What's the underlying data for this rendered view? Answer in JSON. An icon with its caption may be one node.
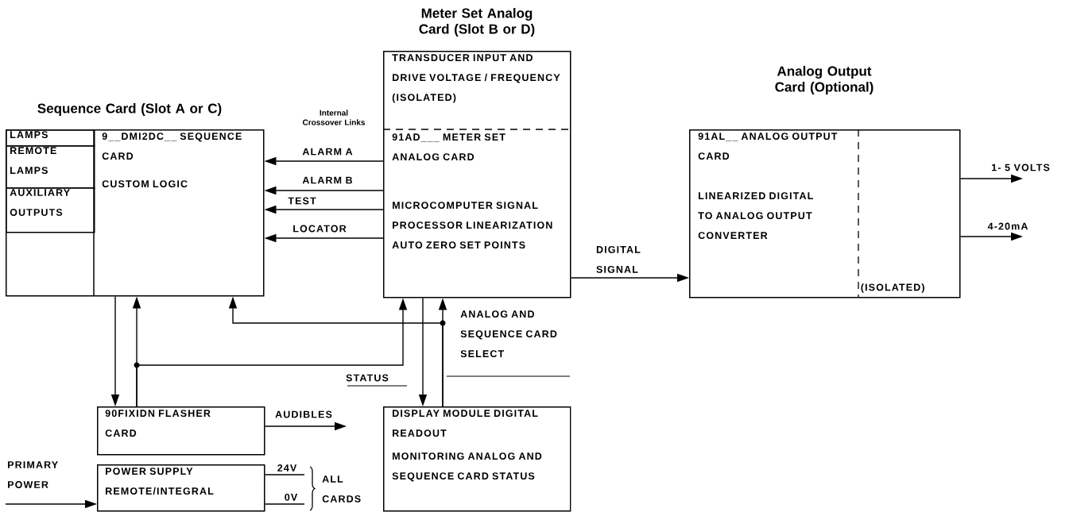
{
  "diagram": {
    "nodes": [
      {
        "text": [
          "Sequence Card (Slot A or C)",
          "9__DMI2DC__ SEQUENCE CARD",
          "CUSTOM LOGIC"
        ]
      },
      {
        "text": [
          "LAMPS"
        ],
        "in": 0
      },
      {
        "text": [
          "REMOTE LAMPS"
        ],
        "in": 0
      },
      {
        "text": [
          "AUXILIARY OUTPUTS"
        ],
        "in": 0
      },
      {
        "text": [
          "Meter Set Analog Card (Slot B or D)",
          "TRANSDUCER INPUT AND DRIVE VOLTAGE / FREQUENCY (ISOLATED)",
          "91AD___ METER SET ANALOG CARD",
          "MICROCOMPUTER SIGNAL PROCESSOR LINEARIZATION AUTO ZERO SET POINTS"
        ]
      },
      {
        "text": [
          "Analog Output Card (Optional)",
          "91AL__ ANALOG OUTPUT CARD",
          "LINEARIZED DIGITAL TO ANALOG OUTPUT CONVERTER",
          "(ISOLATED)"
        ]
      },
      {
        "text": [
          "90FIXIDN FLASHER CARD"
        ]
      },
      {
        "text": [
          "POWER SUPPLY REMOTE/INTEGRAL"
        ]
      },
      {
        "text": [
          "DISPLAY MODULE DIGITAL READOUT",
          "MONITORING ANALOG AND SEQUENCE CARD STATUS"
        ]
      }
    ],
    "edges": [
      {
        "from": 4,
        "to": 0,
        "arrow": "to",
        "label": "ALARM A"
      },
      {
        "from": 4,
        "to": 0,
        "arrow": "to",
        "label": "ALARM B"
      },
      {
        "from": 4,
        "to": 0,
        "arrow": "to",
        "label": "TEST"
      },
      {
        "from": 4,
        "to": 0,
        "arrow": "to",
        "label": "LOCATOR"
      },
      {
        "from": 4,
        "to": 5,
        "arrow": "to",
        "label": "DIGITAL SIGNAL"
      },
      {
        "from": 5,
        "to": null,
        "arrow": "to",
        "label": "1- 5 VOLTS"
      },
      {
        "from": 5,
        "to": null,
        "arrow": "to",
        "label": "4-20mA"
      },
      {
        "from": 0,
        "to": 6,
        "arrow": "to"
      },
      {
        "from": 6,
        "to": 0,
        "arrow": "to"
      },
      {
        "from": 6,
        "to": 4,
        "arrow": "to",
        "label": "STATUS"
      },
      {
        "from": 4,
        "to": 8,
        "arrow": "to"
      },
      {
        "from": 8,
        "to": 4,
        "arrow": "to",
        "label": "ANALOG AND SEQUENCE CARD SELECT"
      },
      {
        "from": 8,
        "to": 0,
        "arrow": "to"
      },
      {
        "from": 6,
        "to": null,
        "arrow": "to",
        "label": "AUDIBLES"
      },
      {
        "from": null,
        "to": 7,
        "arrow": "to",
        "label": "PRIMARY POWER"
      },
      {
        "from": 7,
        "to": null,
        "arrow": "none",
        "label": "24V"
      },
      {
        "from": 7,
        "to": null,
        "arrow": "none",
        "label": "0V"
      }
    ],
    "labels": [
      "Internal Crossover Links",
      "ALL CARDS"
    ]
  }
}
